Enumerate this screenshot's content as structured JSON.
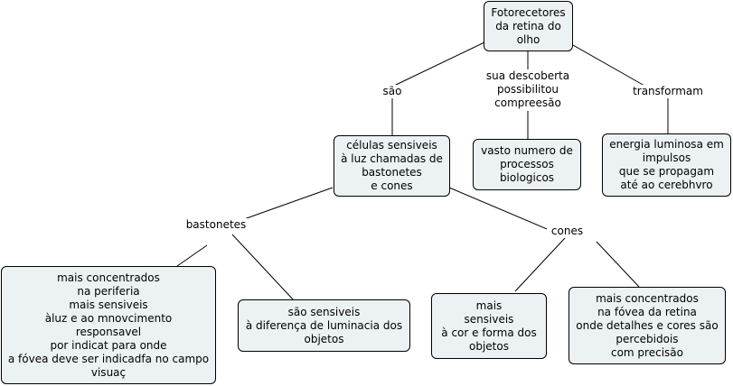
{
  "concepts": {
    "root": "Fotorecetores\nda retina do\nolho",
    "cells": "células sensiveis\nà luz chamadas de\nbastonetes\n e cones",
    "vast": "vasto numero de\nprocessos\nbiologicos",
    "energy": "energia luminosa em\nimpulsos\nque se propagam\naté ao cerebhvro",
    "rods_concentrated": "mais concentrados\nna periferia\nmais sensiveis\nàluz e ao mnovcimento\nresponsavel\npor indicat  para onde\na fóvea deve ser indicadfa no campo\nvisuaç",
    "rods_sensitive": "são sensiveis\nà diferença de luminacia dos\nobjetos",
    "cones_sensitive": "mais\nsensiveis\nà cor e forma dos\nobjetos",
    "cones_concentrated": "mais concentrados\nna fóvea da retina\nonde detalhes e cores são\npercebidois\ncom precisão"
  },
  "link_labels": {
    "sao": "são",
    "discovery": "sua descoberta\npossibilitou\ncompreesão",
    "transform": "transformam",
    "rods": "bastonetes",
    "cones": "cones"
  }
}
